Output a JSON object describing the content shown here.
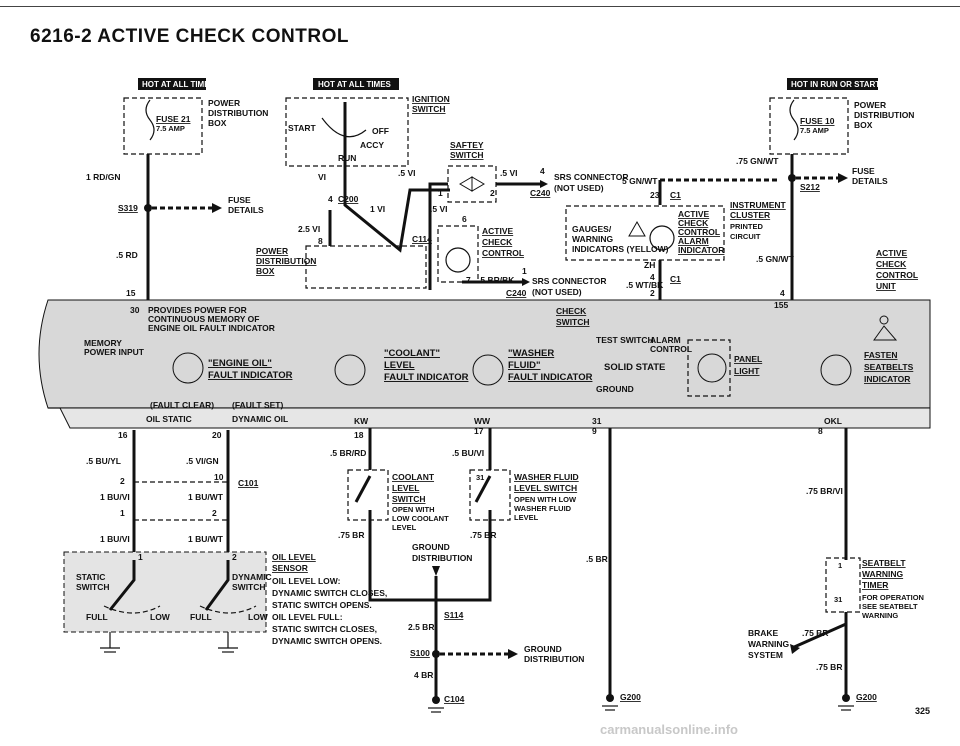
{
  "page": {
    "title": "6216-2  ACTIVE CHECK CONTROL",
    "page_number": "325",
    "watermark": "carmanualsonline.info"
  },
  "hot_labels": [
    "HOT AT ALL TIMES",
    "HOT AT ALL TIMES",
    "HOT IN RUN OR START"
  ],
  "left_fuse": {
    "box": [
      "POWER",
      "DISTRIBUTION",
      "BOX"
    ],
    "fuse": "FUSE 21",
    "amp": "7.5 AMP",
    "wire": "1 RD/GN",
    "splice": "S319",
    "fuse_details": [
      "FUSE",
      "DETAILS"
    ],
    "wire2": ".5 RD",
    "pin": "15"
  },
  "ignition": {
    "title": [
      "IGNITION",
      "SWITCH"
    ],
    "positions": [
      "START",
      "OFF",
      "ACCY",
      "RUN"
    ],
    "wire_vi": "VI",
    "wire_4": "4",
    "c200": "C200",
    "wire_1vi": "1 VI",
    "wire_25vi": "2.5 VI",
    "wire_8": "8",
    "pdb": [
      "POWER",
      "DISTRIBUTION",
      "BOX"
    ]
  },
  "safety": {
    "title": [
      "SAFTEY",
      "SWITCH"
    ],
    "w1": ".5 VI",
    "w2": ".5 VI",
    "w3": ".5 VI",
    "pin4": "4",
    "pin1": "1",
    "pin2": "2",
    "c240": "C240",
    "pin6": "6",
    "c114": "C114",
    "acc": [
      "ACTIVE",
      "CHECK",
      "CONTROL"
    ],
    "pin7": "7",
    "br": ".5 BR/BK",
    "pin1b": "1"
  },
  "srs": {
    "top": [
      "SRS CONNECTOR",
      "(NOT USED)"
    ],
    "top_wire": "5 GN/WT",
    "bot": [
      "SRS CONNECTOR",
      "(NOT USED)"
    ],
    "c240b": "C240",
    "p23": "23",
    "c1": "C1",
    "p4": "4",
    "c1b": "C1",
    "wtbk": ".5 WT/BK",
    "p2": "2"
  },
  "instrument": {
    "title": [
      "INSTRUMENT",
      "CLUSTER"
    ],
    "note": [
      "PRINTED",
      "CIRCUIT"
    ],
    "gauges": [
      "GAUGES/",
      "WARNING",
      "INDICATORS (YELLOW)"
    ],
    "acc_ind": [
      "ACTIVE",
      "CHECK",
      "CONTROL",
      "ALARM",
      "INDICATOR"
    ],
    "zh": "ZH",
    "zw": "ZW"
  },
  "right_fuse": {
    "box": [
      "POWER",
      "DISTRIBUTION",
      "BOX"
    ],
    "fuse": "FUSE 10",
    "amp": "7.5 AMP",
    "wire": ".75 GN/WT",
    "splice": "S212",
    "fuse_details": [
      "FUSE",
      "DETAILS"
    ],
    "wire2": ".5 GN/WT",
    "pin4": "4",
    "acc_unit": [
      "ACTIVE",
      "CHECK",
      "CONTROL",
      "UNIT"
    ]
  },
  "band": {
    "p30": "30",
    "provides": [
      "PROVIDES POWER FOR",
      "CONTINUOUS MEMORY OF",
      "ENGINE OIL FAULT INDICATOR"
    ],
    "memory": [
      "MEMORY",
      "POWER INPUT"
    ],
    "check_switch": [
      "CHECK",
      "SWITCH"
    ],
    "test_switch": "TEST SWITCH",
    "alarm": [
      "ALARM",
      "CONTROL"
    ],
    "engine_oil": [
      "\"ENGINE OIL\"",
      "FAULT INDICATOR"
    ],
    "coolant": [
      "\"COOLANT\"",
      "LEVEL",
      "FAULT INDICATOR"
    ],
    "washer": [
      "\"WASHER",
      "FLUID\"",
      "FAULT INDICATOR"
    ],
    "solid_state": "SOLID STATE",
    "ground": "GROUND",
    "panel_light": [
      "PANEL",
      "LIGHT"
    ],
    "fasten": [
      "FASTEN",
      "SEATBELTS",
      "INDICATOR"
    ],
    "fault_clear": "(FAULT CLEAR)",
    "fault_set": "(FAULT SET)",
    "oil_static": "OIL STATIC",
    "dynamic_oil": "DYNAMIC OIL",
    "kw": "KW",
    "ww": "WW",
    "okl": "OKL",
    "p155": "155"
  },
  "pins": {
    "p16": "16",
    "p20": "20",
    "p18": "18",
    "p17": "17",
    "p9": "9",
    "p8": "8",
    "p31": "31"
  },
  "oil": {
    "w1": ".5 BU/YL",
    "w2": ".5 VI/GN",
    "p2": "2",
    "p10": "10",
    "c101": "C101",
    "w3": "1 BU/VI",
    "w4": "1 BU/WT",
    "p1": "1",
    "p2b": "2",
    "w5": "1 BU/VI",
    "w6": "1 BU/WT",
    "sensor": [
      "OIL LEVEL",
      "SENSOR"
    ],
    "static_sw": [
      "STATIC",
      "SWITCH"
    ],
    "dynamic_sw": [
      "DYNAMIC",
      "SWITCH"
    ],
    "full": "FULL",
    "low": "LOW",
    "desc": [
      "OIL LEVEL LOW:",
      "DYNAMIC SWITCH CLOSES,",
      "STATIC SWITCH OPENS.",
      "OIL LEVEL FULL:",
      "STATIC SWITCH CLOSES,",
      "DYNAMIC SWITCH OPENS."
    ],
    "sp1": "1",
    "sp2": "2"
  },
  "coolant_sw": {
    "wire": ".5 BR/RD",
    "title": [
      "COOLANT",
      "LEVEL",
      "SWITCH"
    ],
    "note": [
      "OPEN WITH",
      "LOW COOLANT",
      "LEVEL"
    ],
    "br": ".75 BR"
  },
  "washer_sw": {
    "wire": ".5 BU/VI",
    "title": [
      "WASHER FLUID",
      "LEVEL SWITCH"
    ],
    "note": [
      "OPEN WITH LOW",
      "WASHER FLUID",
      "LEVEL"
    ],
    "br": ".75 BR",
    "p31": "31"
  },
  "ground": {
    "title": [
      "GROUND",
      "DISTRIBUTION"
    ],
    "s114": "S114",
    "w25": "2.5 BR",
    "s100": "S100",
    "gd": [
      "GROUND",
      "DISTRIBUTION"
    ],
    "w4": "4 BR",
    "c104": "C104",
    "w5br": ".5 BR",
    "g200": "G200",
    "g200b": "G200"
  },
  "seatbelt": {
    "wire": ".75 BR/VI",
    "title": [
      "SEATBELT",
      "WARNING",
      "TIMER"
    ],
    "note": [
      "FOR OPERATION",
      "SEE SEATBELT",
      "WARNING"
    ],
    "p31": "31",
    "p1": "1",
    "brake": [
      "BRAKE",
      "WARNING",
      "SYSTEM"
    ],
    "w75": ".75 BR",
    "w75b": ".75 BR"
  }
}
